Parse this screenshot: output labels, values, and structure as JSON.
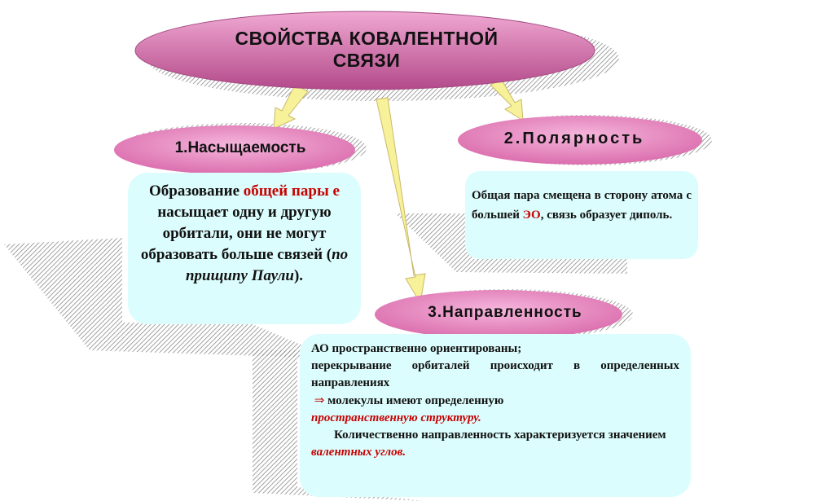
{
  "title": {
    "line1": "СВОЙСТВА  КОВАЛЕНТНОЙ",
    "line2": "СВЯЗИ"
  },
  "saturation": {
    "heading": "1.Насыщаемость",
    "text_a": "Образование ",
    "text_red": "общей пары е",
    "text_b": " насыщает одну и другую орбитали, они не могут образовать больше связей (",
    "text_italic": "по прищипу Паули",
    "text_c": ")."
  },
  "polarity": {
    "heading": "2.Полярность",
    "text_a": "Общая пара смещена в сторону атома с большей ",
    "text_red": "ЭО",
    "text_b": ", связь образует диполь."
  },
  "directionality": {
    "heading": "3.Направленность",
    "line1": "АО пространственно  ориентированы;",
    "line2": " перекрывание орбиталей   происходит   в определенных направлениях",
    "arrow_symbol": "⇒",
    "line3": " молекулы имеют определенную",
    "line4_red": "пространственную  структуру.",
    "line5": "Количественно направленность характеризуется  значением  ",
    "line5_red": "валентных углов."
  },
  "colors": {
    "ellipse_pink": "#e07bb5",
    "box_cyan": "#dcfdfd",
    "arrow_yellow": "#f7f29a",
    "highlight_red": "#c80000"
  }
}
